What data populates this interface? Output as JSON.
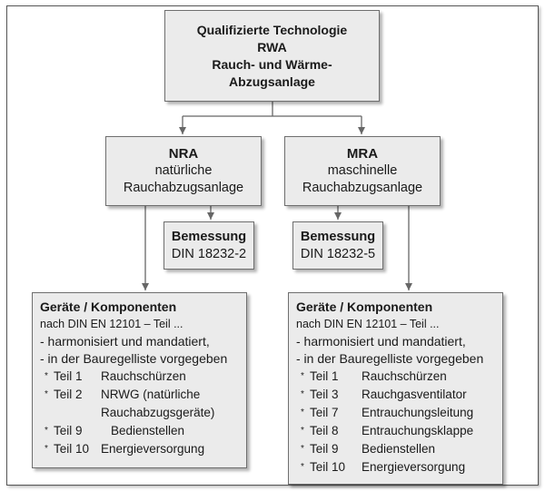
{
  "top": {
    "line1": "Qualifizierte Technologie",
    "line2": "RWA",
    "line3": "Rauch- und Wärme-",
    "line4": "Abzugsanlage"
  },
  "nra": {
    "title": "NRA",
    "line1": "natürliche",
    "line2": "Rauchabzugsanlage"
  },
  "mra": {
    "title": "MRA",
    "line1": "maschinelle",
    "line2": "Rauchabzugsanlage"
  },
  "bemessung_left": {
    "title": "Bemessung",
    "value": "DIN 18232-2"
  },
  "bemessung_right": {
    "title": "Bemessung",
    "value": "DIN 18232-5"
  },
  "geraete_left": {
    "title": "Geräte / Komponenten",
    "subtitle": "nach DIN EN 12101 – Teil ...",
    "line1": "- harmonisiert und mandatiert,",
    "line2": "- in der Bauregelliste vorgegeben",
    "bullet": "*",
    "items": [
      {
        "part": "Teil 1",
        "name": "Rauchschürzen"
      },
      {
        "part": "Teil 2",
        "name": "NRWG (natürliche",
        "cont": "Rauchabzugsgeräte)"
      },
      {
        "part": "Teil 9",
        "name": "Bedienstellen"
      },
      {
        "part": "Teil 10",
        "name": "Energieversorgung"
      }
    ]
  },
  "geraete_right": {
    "title": "Geräte / Komponenten",
    "subtitle": "nach DIN EN 12101 – Teil ...",
    "line1": "- harmonisiert und mandatiert,",
    "line2": "- in der Bauregelliste vorgegeben",
    "bullet": "*",
    "items": [
      {
        "part": "Teil 1",
        "name": "Rauchschürzen"
      },
      {
        "part": "Teil 3",
        "name": "Rauchgasventilator"
      },
      {
        "part": "Teil 7",
        "name": "Entrauchungsleitung"
      },
      {
        "part": "Teil 8",
        "name": "Entrauchungsklappe"
      },
      {
        "part": "Teil 9",
        "name": "Bedienstellen"
      },
      {
        "part": "Teil 10",
        "name": "Energieversorgung"
      }
    ]
  },
  "colors": {
    "box_fill": "#ebebeb",
    "box_border": "#6e6e6e",
    "line": "#666666"
  }
}
